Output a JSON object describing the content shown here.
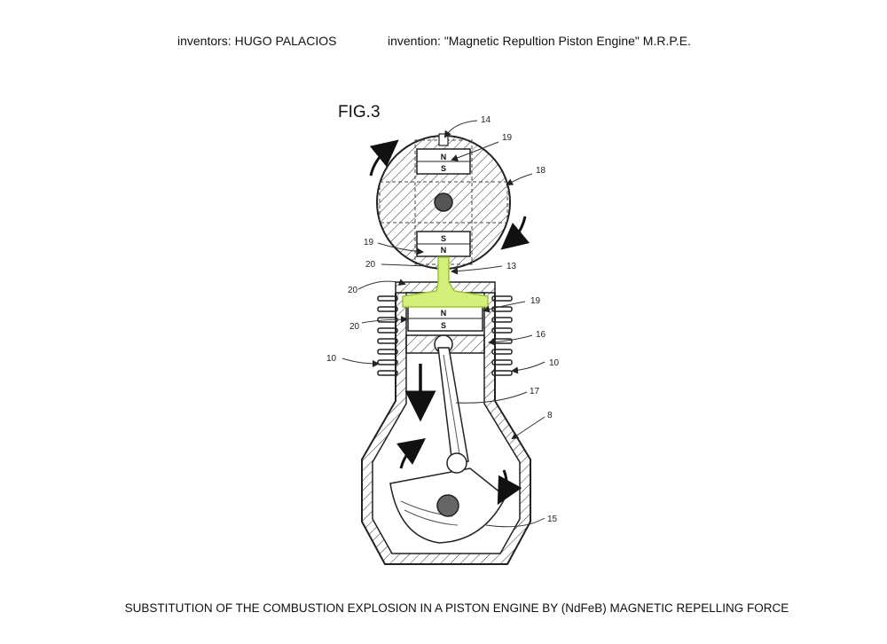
{
  "header": {
    "inventors": "inventors: HUGO PALACIOS",
    "invention": "invention: \"Magnetic Repultion Piston Engine\"  M.R.P.E."
  },
  "figure": {
    "label": "FIG.3",
    "poles": {
      "top_magnet_upper": "N",
      "top_magnet_lower": "S",
      "bottom_magnet_upper": "S",
      "bottom_magnet_lower": "N",
      "piston_magnet_upper": "N",
      "piston_magnet_lower": "S"
    },
    "refs": {
      "r14": "14",
      "r19_top": "19",
      "r18": "18",
      "r19_left": "19",
      "r20_a": "20",
      "r13": "13",
      "r20_b": "20",
      "r19_right": "19",
      "r20_c": "20",
      "r16": "16",
      "r10_left": "10",
      "r10_right": "10",
      "r17": "17",
      "r8": "8",
      "r15": "15"
    },
    "colors": {
      "highlight": "#d4f07a",
      "highlight_stroke": "#9cc23a",
      "line": "#222222"
    }
  },
  "caption": "SUBSTITUTION OF THE COMBUSTION EXPLOSION IN A PISTON ENGINE BY (NdFeB) MAGNETIC REPELLING FORCE"
}
